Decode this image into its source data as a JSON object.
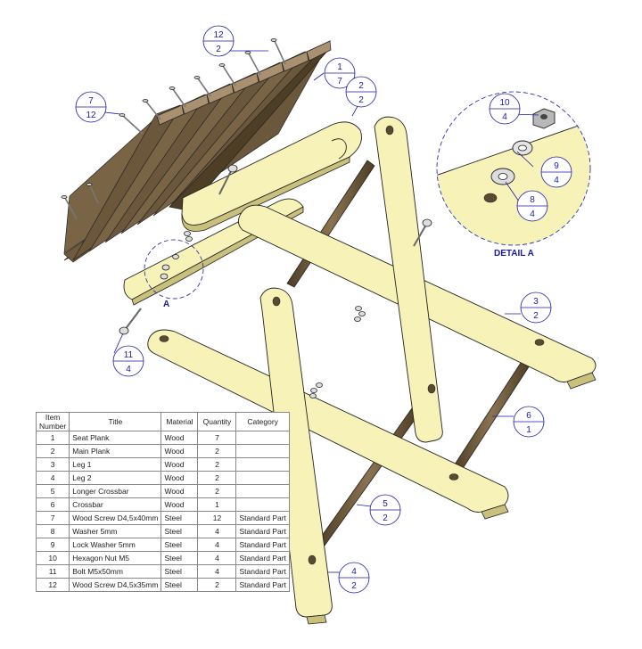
{
  "balloons": [
    {
      "id": "b1",
      "top": "1",
      "bottom": "7"
    },
    {
      "id": "b2",
      "top": "2",
      "bottom": "2"
    },
    {
      "id": "b3",
      "top": "3",
      "bottom": "2"
    },
    {
      "id": "b4",
      "top": "4",
      "bottom": "2"
    },
    {
      "id": "b5",
      "top": "5",
      "bottom": "2"
    },
    {
      "id": "b6",
      "top": "6",
      "bottom": "1"
    },
    {
      "id": "b7",
      "top": "7",
      "bottom": "12"
    },
    {
      "id": "b8",
      "top": "8",
      "bottom": "4"
    },
    {
      "id": "b9",
      "top": "9",
      "bottom": "4"
    },
    {
      "id": "b10",
      "top": "10",
      "bottom": "4"
    },
    {
      "id": "b11",
      "top": "11",
      "bottom": "4"
    },
    {
      "id": "b12",
      "top": "12",
      "bottom": "2"
    }
  ],
  "detail": {
    "label": "DETAIL A",
    "ref": "A"
  },
  "bom": {
    "headers": {
      "item": "Item\nNumber",
      "title": "Title",
      "material": "Material",
      "quantity": "Quantity",
      "category": "Category"
    },
    "rows": [
      {
        "item": "1",
        "title": "Seat Plank",
        "material": "Wood",
        "quantity": "7",
        "category": ""
      },
      {
        "item": "2",
        "title": "Main Plank",
        "material": "Wood",
        "quantity": "2",
        "category": ""
      },
      {
        "item": "3",
        "title": "Leg 1",
        "material": "Wood",
        "quantity": "2",
        "category": ""
      },
      {
        "item": "4",
        "title": "Leg 2",
        "material": "Wood",
        "quantity": "2",
        "category": ""
      },
      {
        "item": "5",
        "title": "Longer Crossbar",
        "material": "Wood",
        "quantity": "2",
        "category": ""
      },
      {
        "item": "6",
        "title": "Crossbar",
        "material": "Wood",
        "quantity": "1",
        "category": ""
      },
      {
        "item": "7",
        "title": "Wood Screw D4,5x40mm",
        "material": "Steel",
        "quantity": "12",
        "category": "Standard Part"
      },
      {
        "item": "8",
        "title": "Washer 5mm",
        "material": "Steel",
        "quantity": "4",
        "category": "Standard Part"
      },
      {
        "item": "9",
        "title": "Lock Washer 5mm",
        "material": "Steel",
        "quantity": "4",
        "category": "Standard Part"
      },
      {
        "item": "10",
        "title": "Hexagon Nut M5",
        "material": "Steel",
        "quantity": "4",
        "category": "Standard Part"
      },
      {
        "item": "11",
        "title": "Bolt M5x50mm",
        "material": "Steel",
        "quantity": "4",
        "category": "Standard Part"
      },
      {
        "item": "12",
        "title": "Wood Screw D4,5x35mm",
        "material": "Steel",
        "quantity": "2",
        "category": "Standard Part"
      }
    ]
  },
  "colors": {
    "wood_face": "#f7f3b8",
    "wood_edge": "#c9c07c",
    "plank_dark": "#6e5a3c",
    "plank_top": "#a08a66",
    "crossbar": "#6a5638",
    "balloon": "#1a1aa8",
    "outline": "#222222"
  }
}
